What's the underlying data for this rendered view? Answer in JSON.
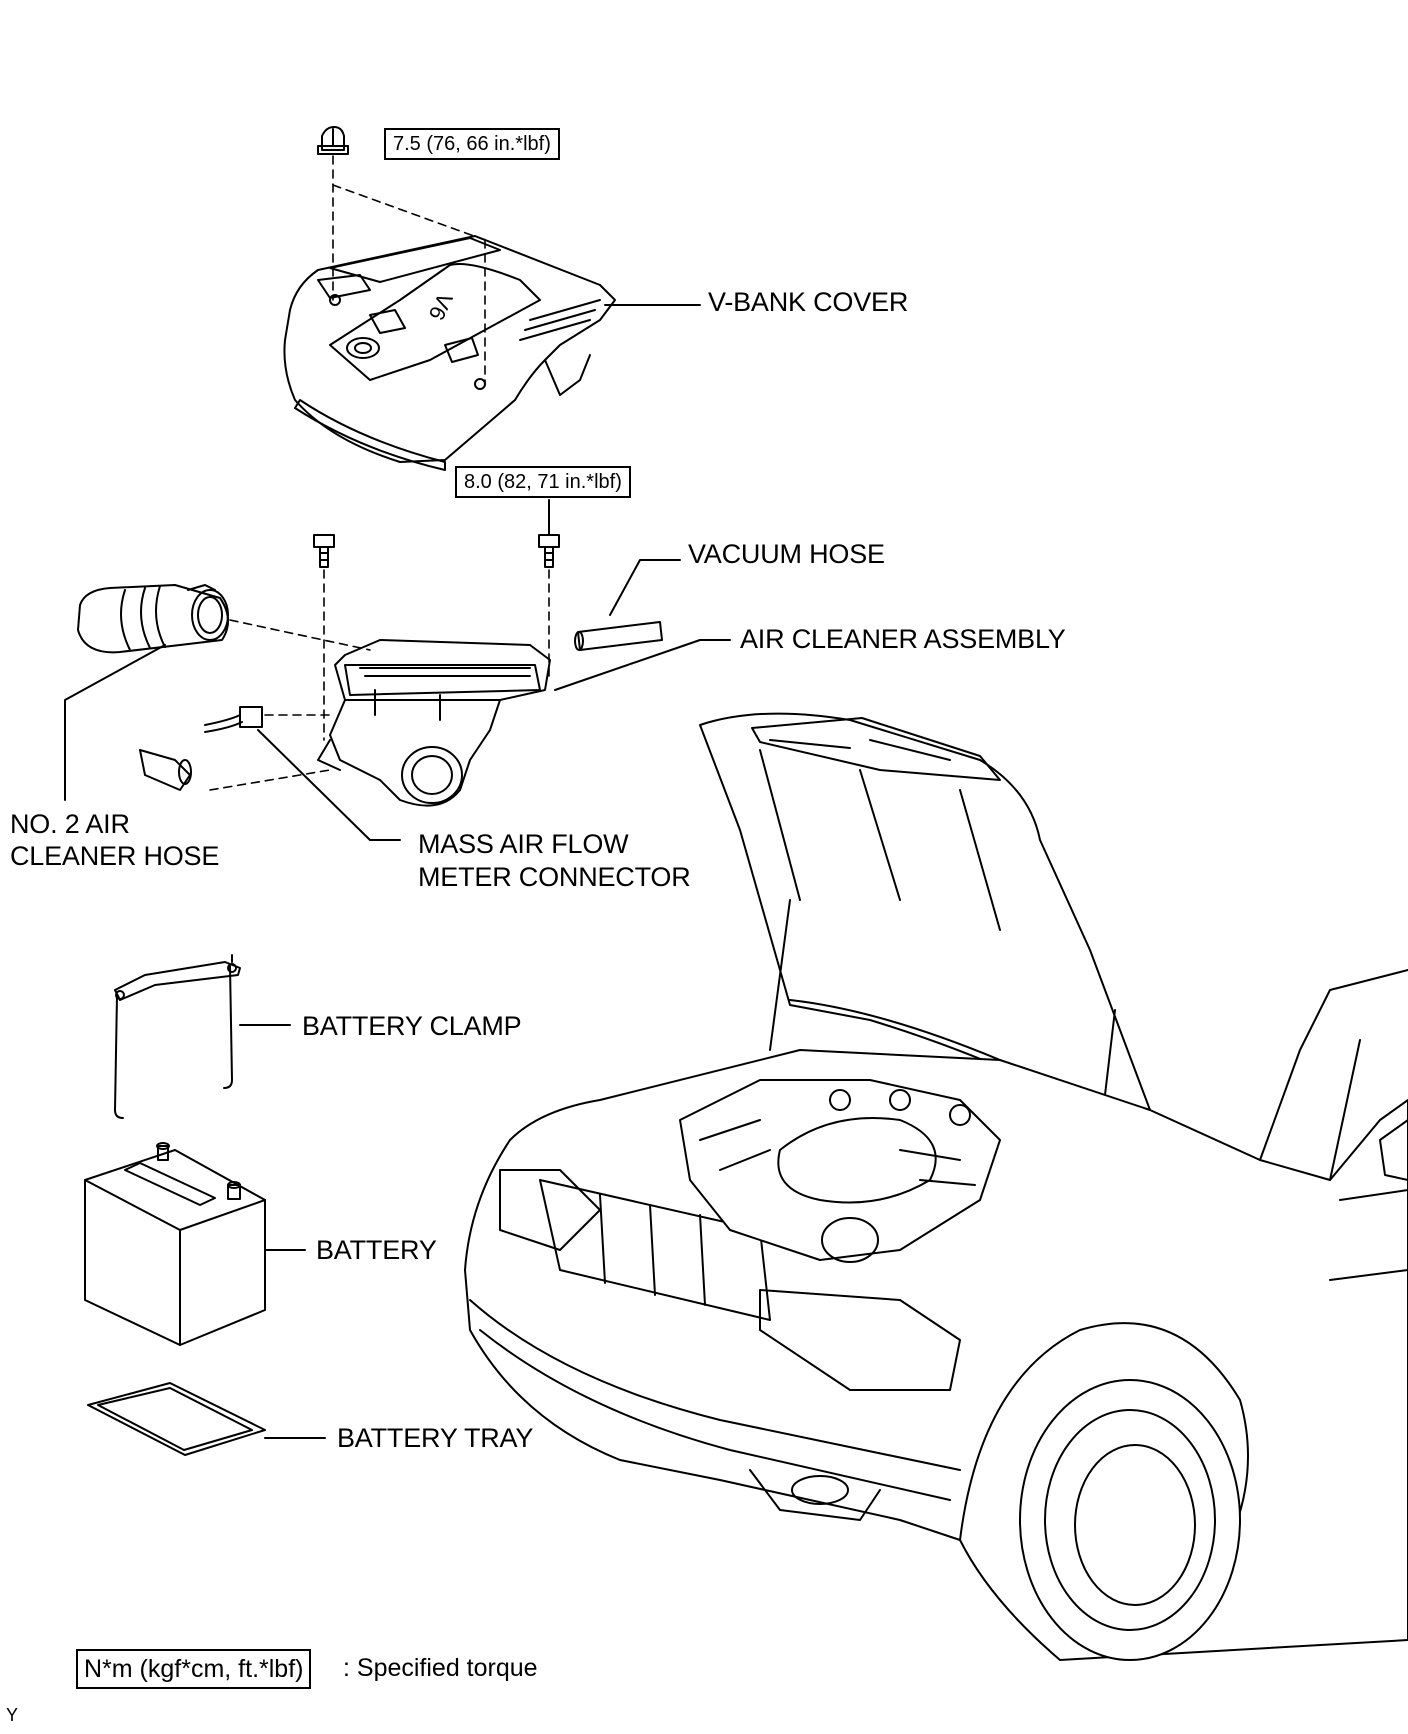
{
  "torque_callouts": {
    "v_bank_nut": "7.5 (76, 66 in.*lbf)",
    "air_cleaner_bolt": "8.0 (82, 71 in.*lbf)"
  },
  "part_labels": {
    "v_bank_cover": "V-BANK COVER",
    "vacuum_hose": "VACUUM HOSE",
    "air_cleaner_assembly": "AIR CLEANER ASSEMBLY",
    "no2_air_cleaner_hose_line1": "NO. 2 AIR",
    "no2_air_cleaner_hose_line2": "CLEANER HOSE",
    "mass_air_flow_line1": "MASS AIR FLOW",
    "mass_air_flow_line2": "METER CONNECTOR",
    "battery_clamp": "BATTERY CLAMP",
    "battery": "BATTERY",
    "battery_tray": "BATTERY TRAY"
  },
  "legend": {
    "unit_box": "N*m (kgf*cm, ft.*lbf)",
    "description": ": Specified torque"
  },
  "corner_mark": "Y"
}
